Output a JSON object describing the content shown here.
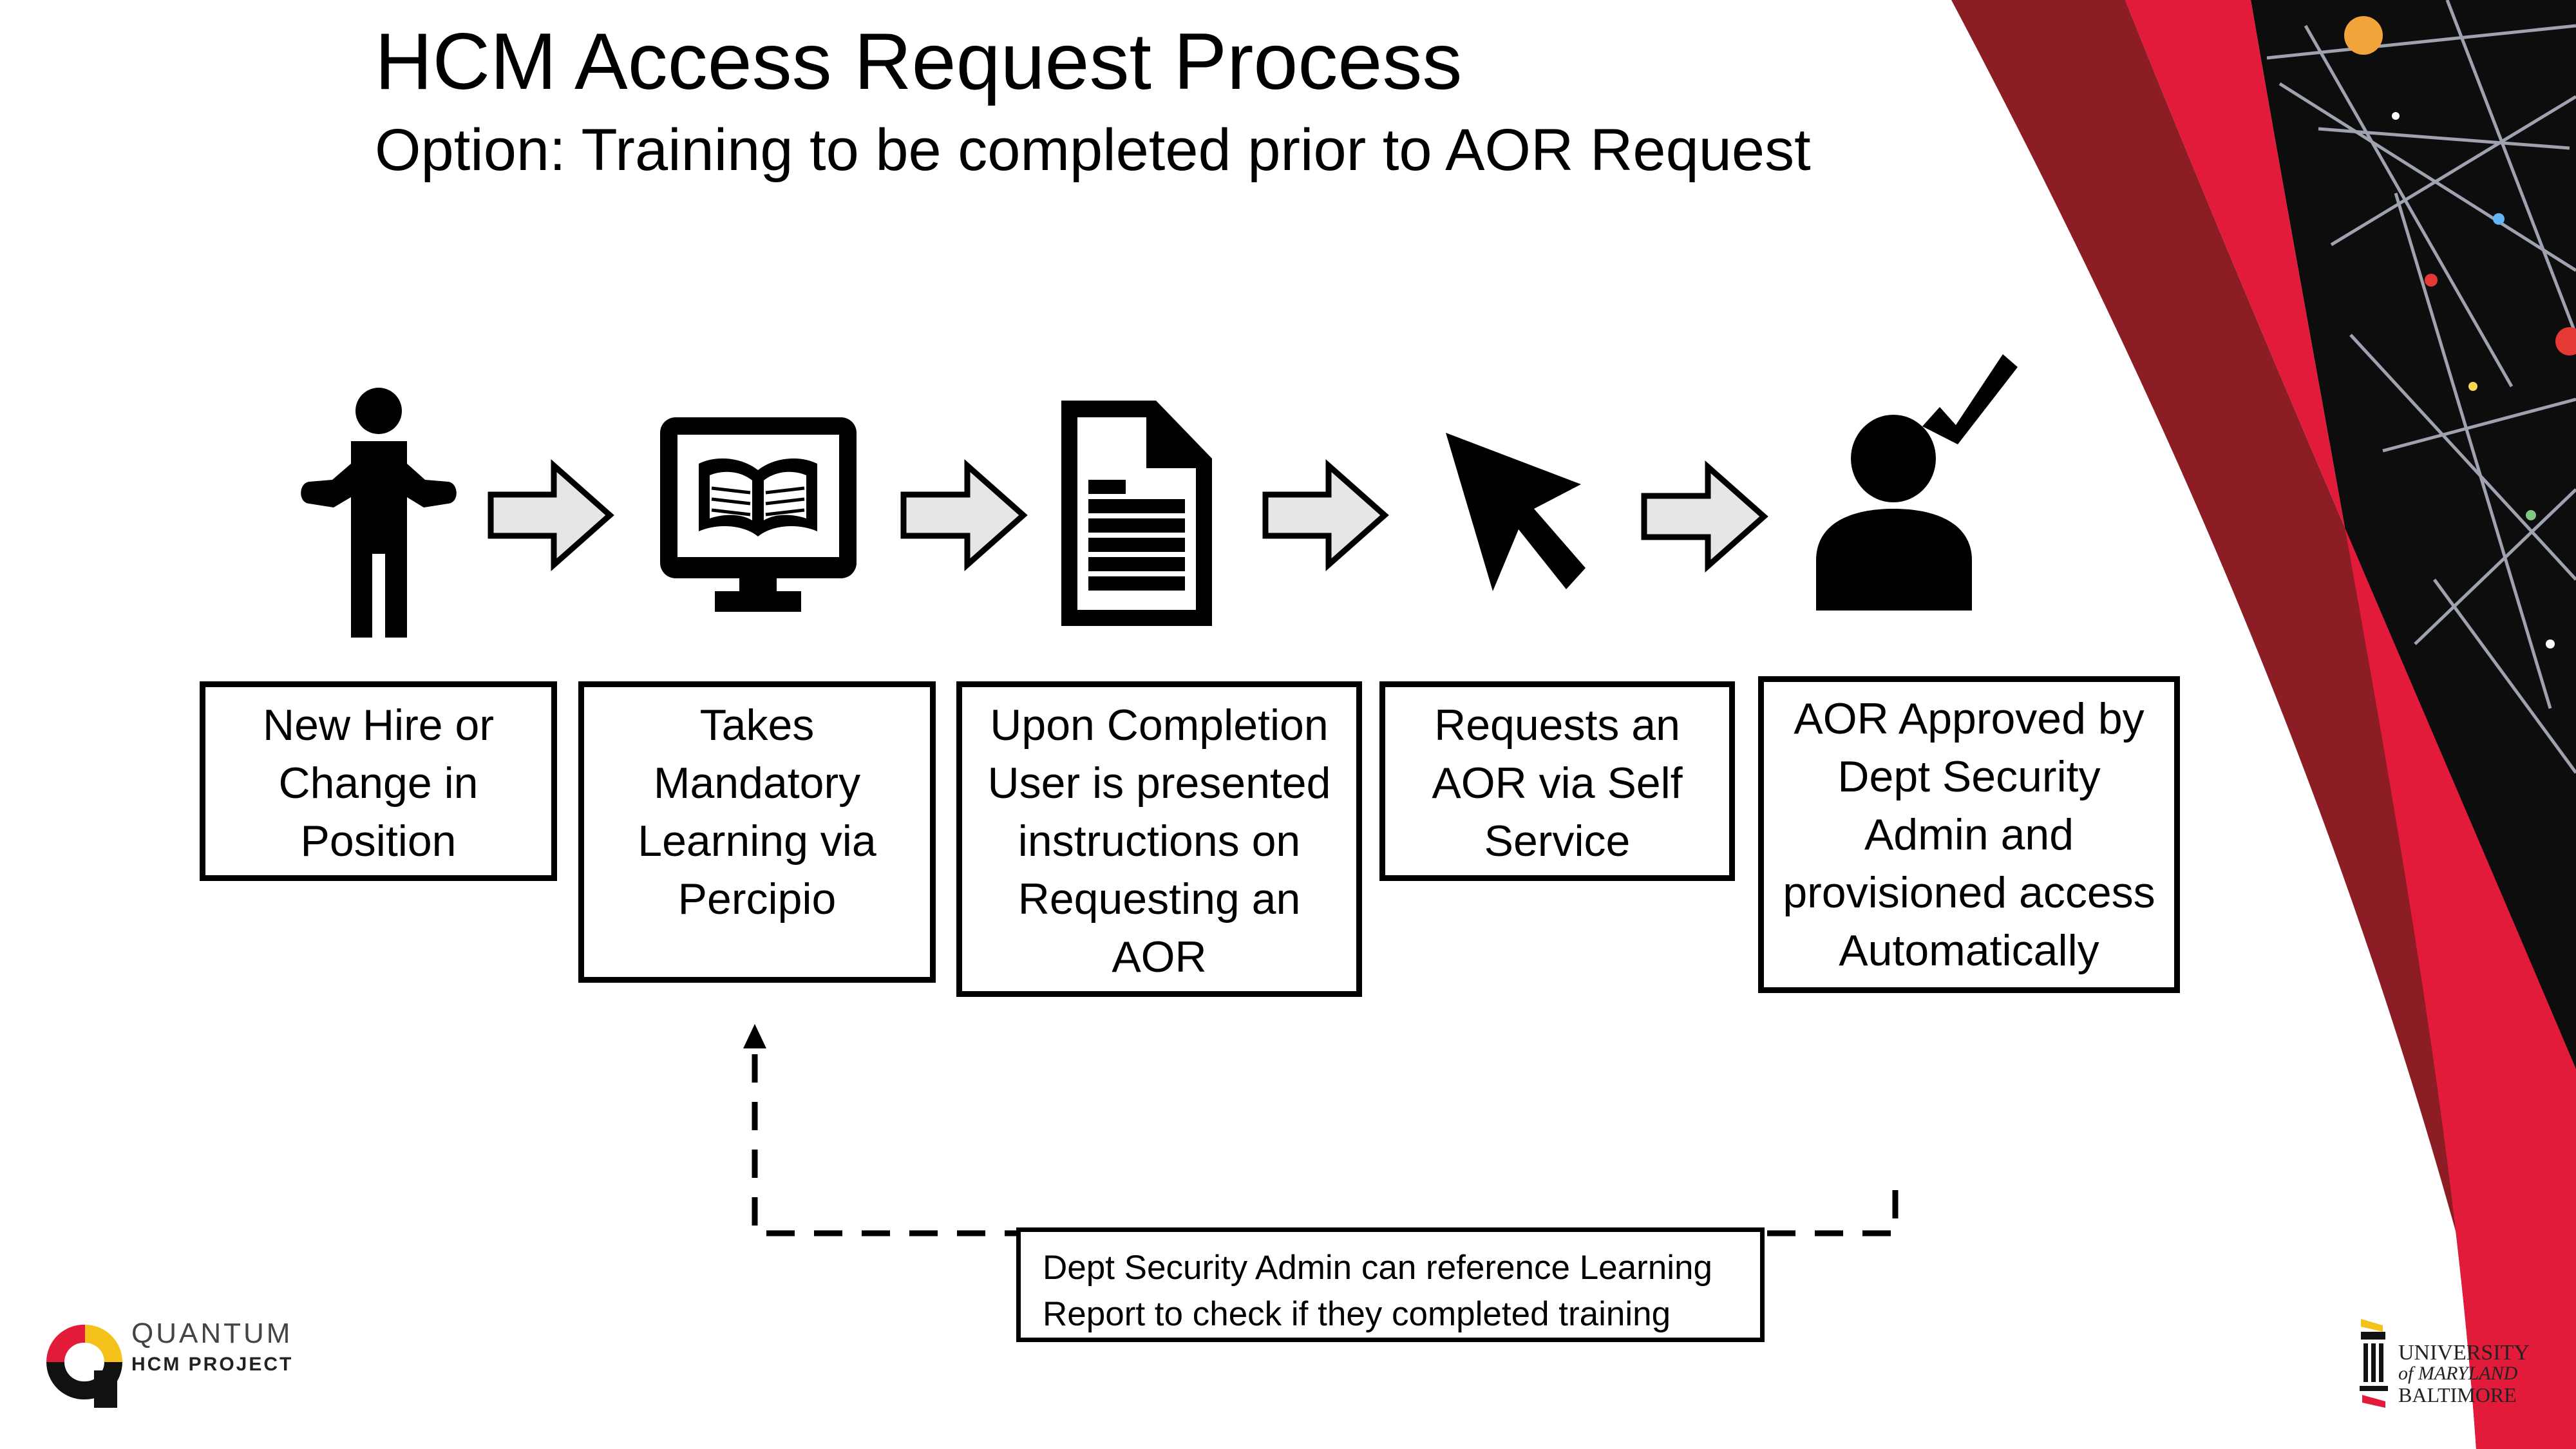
{
  "slide": {
    "title": "HCM Access Request Process",
    "subtitle": "Option: Training to be completed prior to AOR Request"
  },
  "flow_steps": [
    {
      "icon": "person-shrug-icon",
      "lines": [
        "New Hire or",
        "Change in",
        "Position"
      ]
    },
    {
      "icon": "monitor-book-icon",
      "lines": [
        "Takes",
        "Mandatory",
        "Learning via",
        "Percipio"
      ]
    },
    {
      "icon": "document-icon",
      "lines": [
        "Upon Completion",
        "User is presented",
        "instructions on",
        "Requesting an",
        "AOR"
      ]
    },
    {
      "icon": "cursor-arrow-icon",
      "lines": [
        "Requests an",
        "AOR via Self",
        "Service"
      ]
    },
    {
      "icon": "user-check-icon",
      "lines": [
        "AOR Approved by",
        "Dept Security",
        "Admin and",
        "provisioned access",
        "Automatically"
      ]
    }
  ],
  "feedback_note": {
    "lines": [
      "Dept Security Admin can reference Learning",
      "Report to check if they completed training"
    ]
  },
  "logos": {
    "quantum_line1": "QUANTUM",
    "quantum_line2": "HCM PROJECT",
    "umb_line1": "UNIVERSITY",
    "umb_line2": "of MARYLAND",
    "umb_line3": "BALTIMORE"
  },
  "colors": {
    "accent_red": "#E31B3A",
    "accent_dark_red": "#8C1D24",
    "arrow_fill": "#E6E6E6",
    "night_bg": "#0d0d0d"
  }
}
